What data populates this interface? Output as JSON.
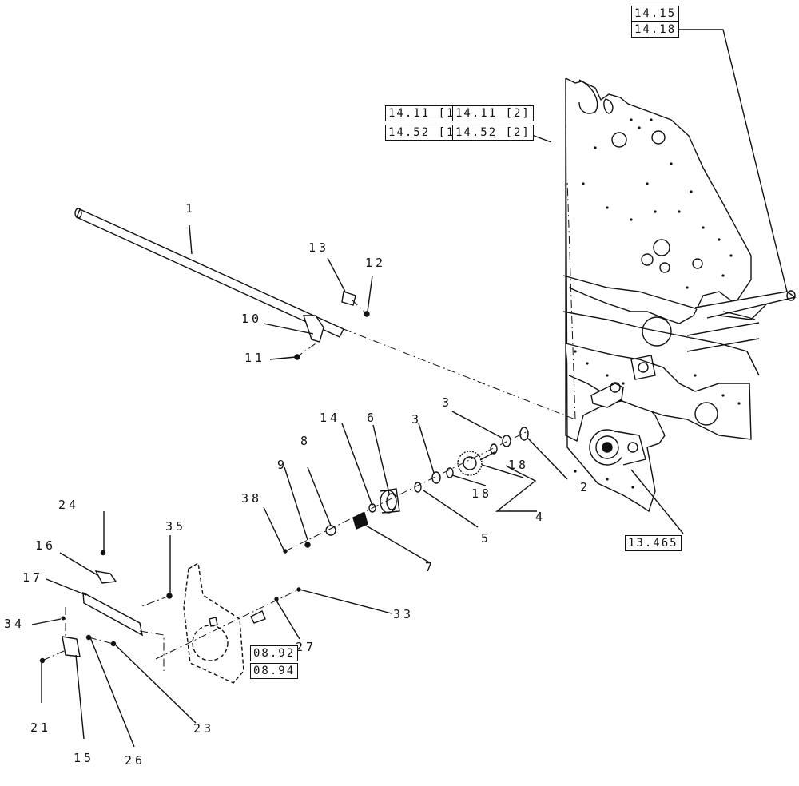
{
  "callouts": {
    "c1": "1",
    "c2": "2",
    "c3a": "3",
    "c3b": "3",
    "c4": "4",
    "c5": "5",
    "c6": "6",
    "c7": "7",
    "c8": "8",
    "c9": "9",
    "c10": "10",
    "c11": "11",
    "c12": "12",
    "c13": "13",
    "c14": "14",
    "c15": "15",
    "c16": "16",
    "c17": "17",
    "c18a": "18",
    "c18b": "18",
    "c21": "21",
    "c23": "23",
    "c24": "24",
    "c26": "26",
    "c27": "27",
    "c33": "33",
    "c34": "34",
    "c35": "35",
    "c38": "38"
  },
  "refs": {
    "top_a": "14.15",
    "top_b": "14.18",
    "grid_11_1": "14.11 [1]",
    "grid_11_2": "14.11 [2]",
    "grid_52_1": "14.52 [1]",
    "grid_52_2": "14.52 [2]",
    "gear": "13.465",
    "bracket_a": "08.92",
    "bracket_b": "08.94"
  }
}
